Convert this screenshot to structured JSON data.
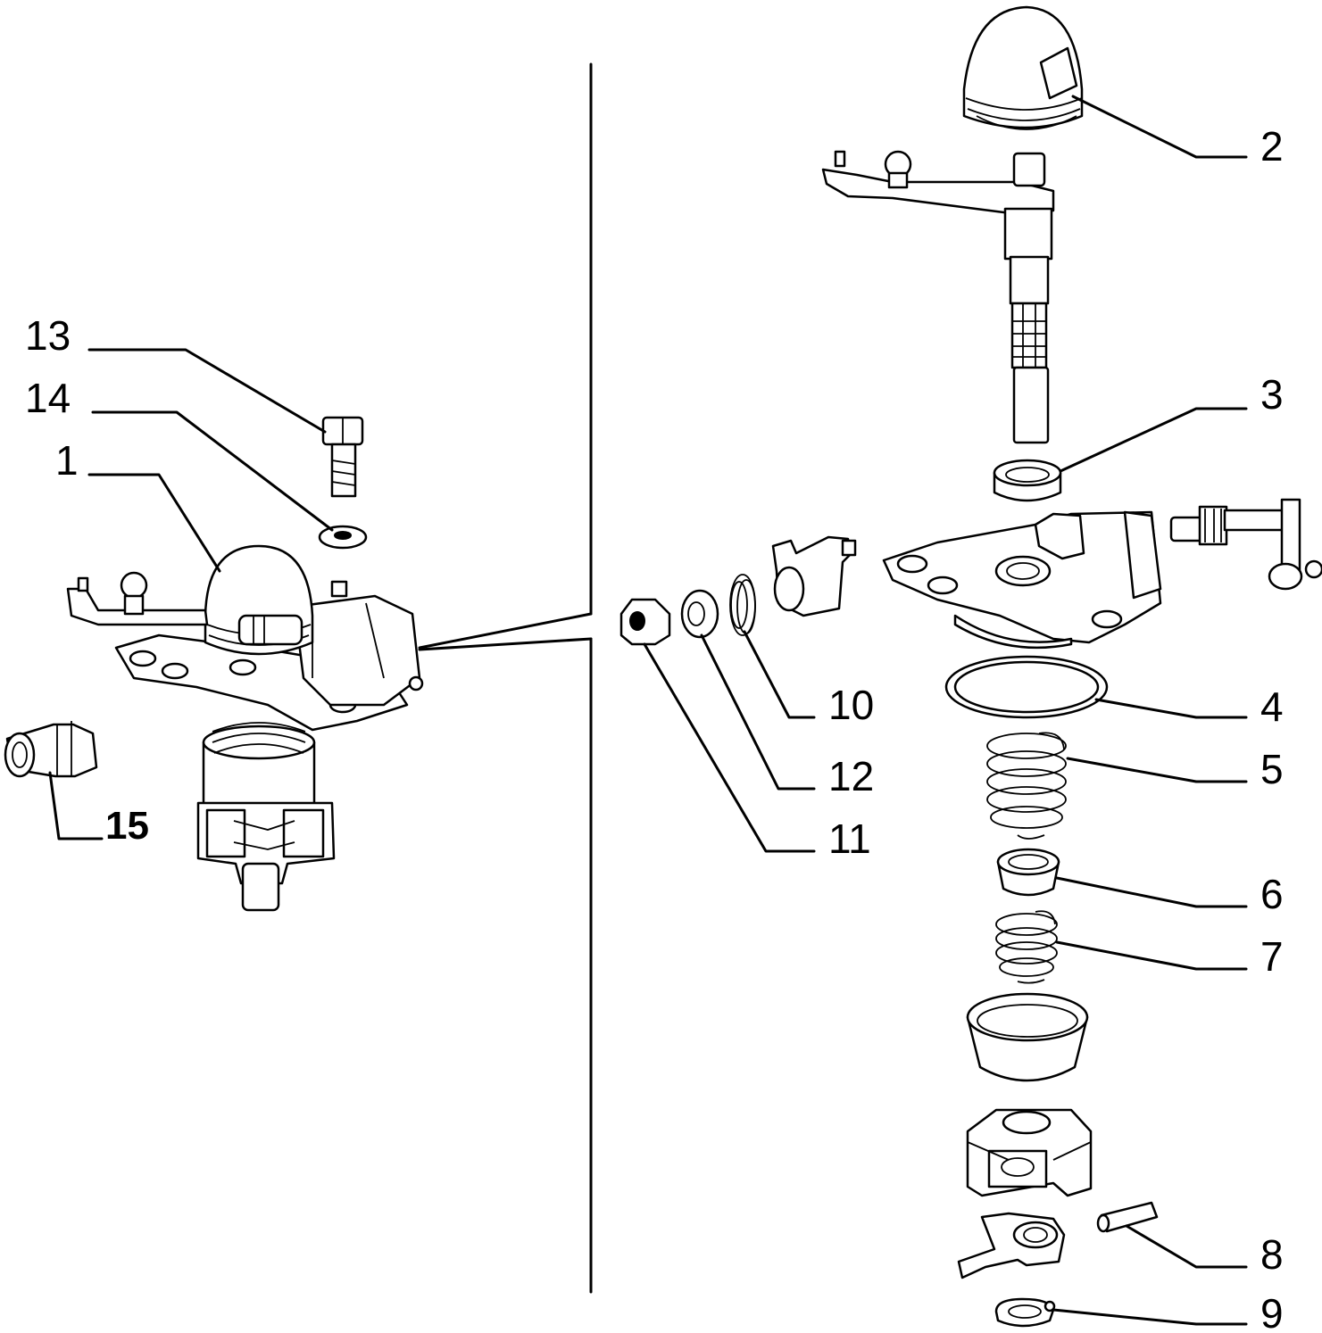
{
  "background_color": "#ffffff",
  "line_color": "#000000",
  "callouts": [
    {
      "id": "1",
      "label": "1"
    },
    {
      "id": "2",
      "label": "2"
    },
    {
      "id": "3",
      "label": "3"
    },
    {
      "id": "4",
      "label": "4"
    },
    {
      "id": "5",
      "label": "5"
    },
    {
      "id": "6",
      "label": "6"
    },
    {
      "id": "7",
      "label": "7"
    },
    {
      "id": "8",
      "label": "8"
    },
    {
      "id": "9",
      "label": "9"
    },
    {
      "id": "10",
      "label": "10"
    },
    {
      "id": "11",
      "label": "11"
    },
    {
      "id": "12",
      "label": "12"
    },
    {
      "id": "13",
      "label": "13"
    },
    {
      "id": "14",
      "label": "14"
    },
    {
      "id": "15",
      "label": "15"
    }
  ]
}
